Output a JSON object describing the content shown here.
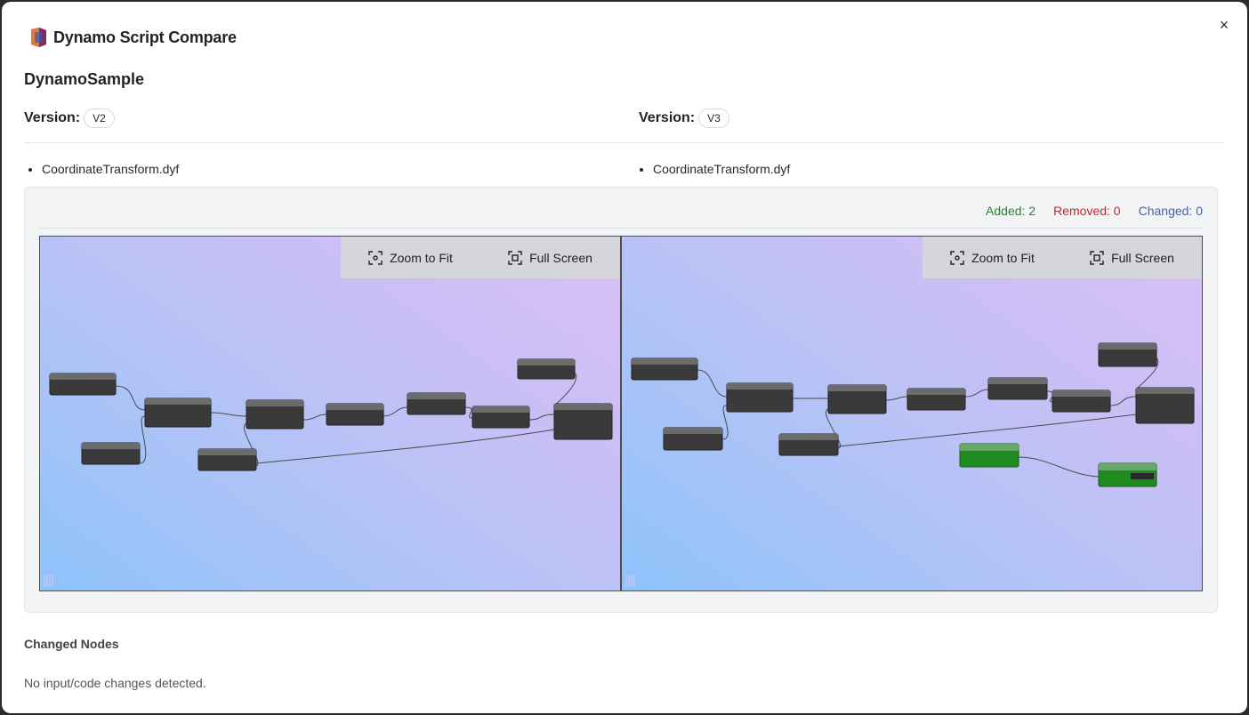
{
  "header": {
    "title": "Dynamo Script Compare",
    "close_label": "×"
  },
  "script_name": "DynamoSample",
  "left": {
    "version_label": "Version:",
    "version": "V2",
    "file": "CoordinateTransform.dyf"
  },
  "right": {
    "version_label": "Version:",
    "version": "V3",
    "file": "CoordinateTransform.dyf"
  },
  "stats": {
    "added": "Added: 2",
    "removed": "Removed: 0",
    "changed": "Changed: 0"
  },
  "toolbar": {
    "zoom_label": "Zoom to Fit",
    "fullscreen_label": "Full Screen"
  },
  "colors": {
    "added": "#2e7d32",
    "removed": "#c62828",
    "changed": "#3e63b5",
    "added_node": "#1f8a1f"
  },
  "changed_nodes": {
    "title": "Changed Nodes",
    "message": "No input/code changes detected."
  }
}
